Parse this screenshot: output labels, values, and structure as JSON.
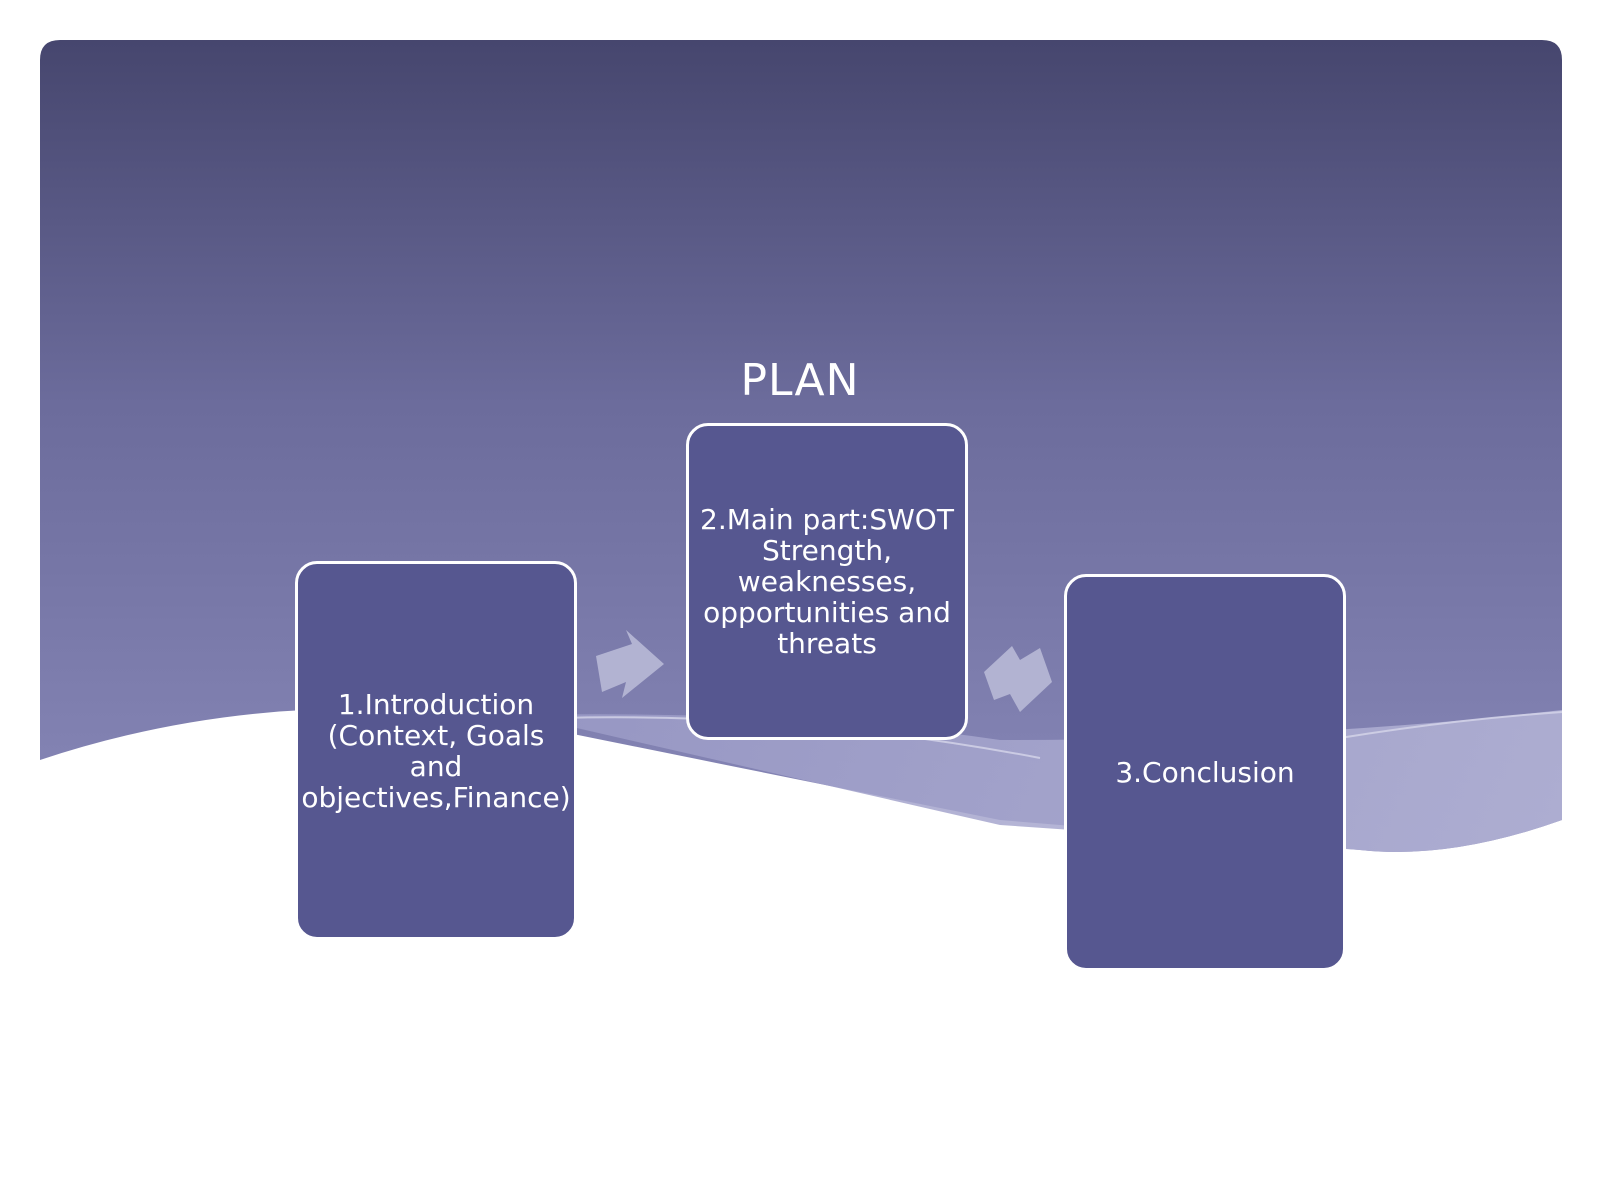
{
  "slide": {
    "title": "PLAN",
    "steps": [
      {
        "label": "1.Introduction\n(Context, Goals\nand\nobjectives,Finance)"
      },
      {
        "label": "2.Main part:SWOT\nStrength,\nweaknesses,\nopportunities and\nthreats"
      },
      {
        "label": "3.Conclusion"
      }
    ]
  },
  "colors": {
    "background_top": "#46466e",
    "background_mid": "#7a7aac",
    "box_fill": "#565790",
    "box_border": "#ffffff",
    "arrow_fill": "#b8b9d6",
    "text": "#ffffff"
  },
  "icons": [
    "arrow-right-icon",
    "arrow-right-icon"
  ]
}
